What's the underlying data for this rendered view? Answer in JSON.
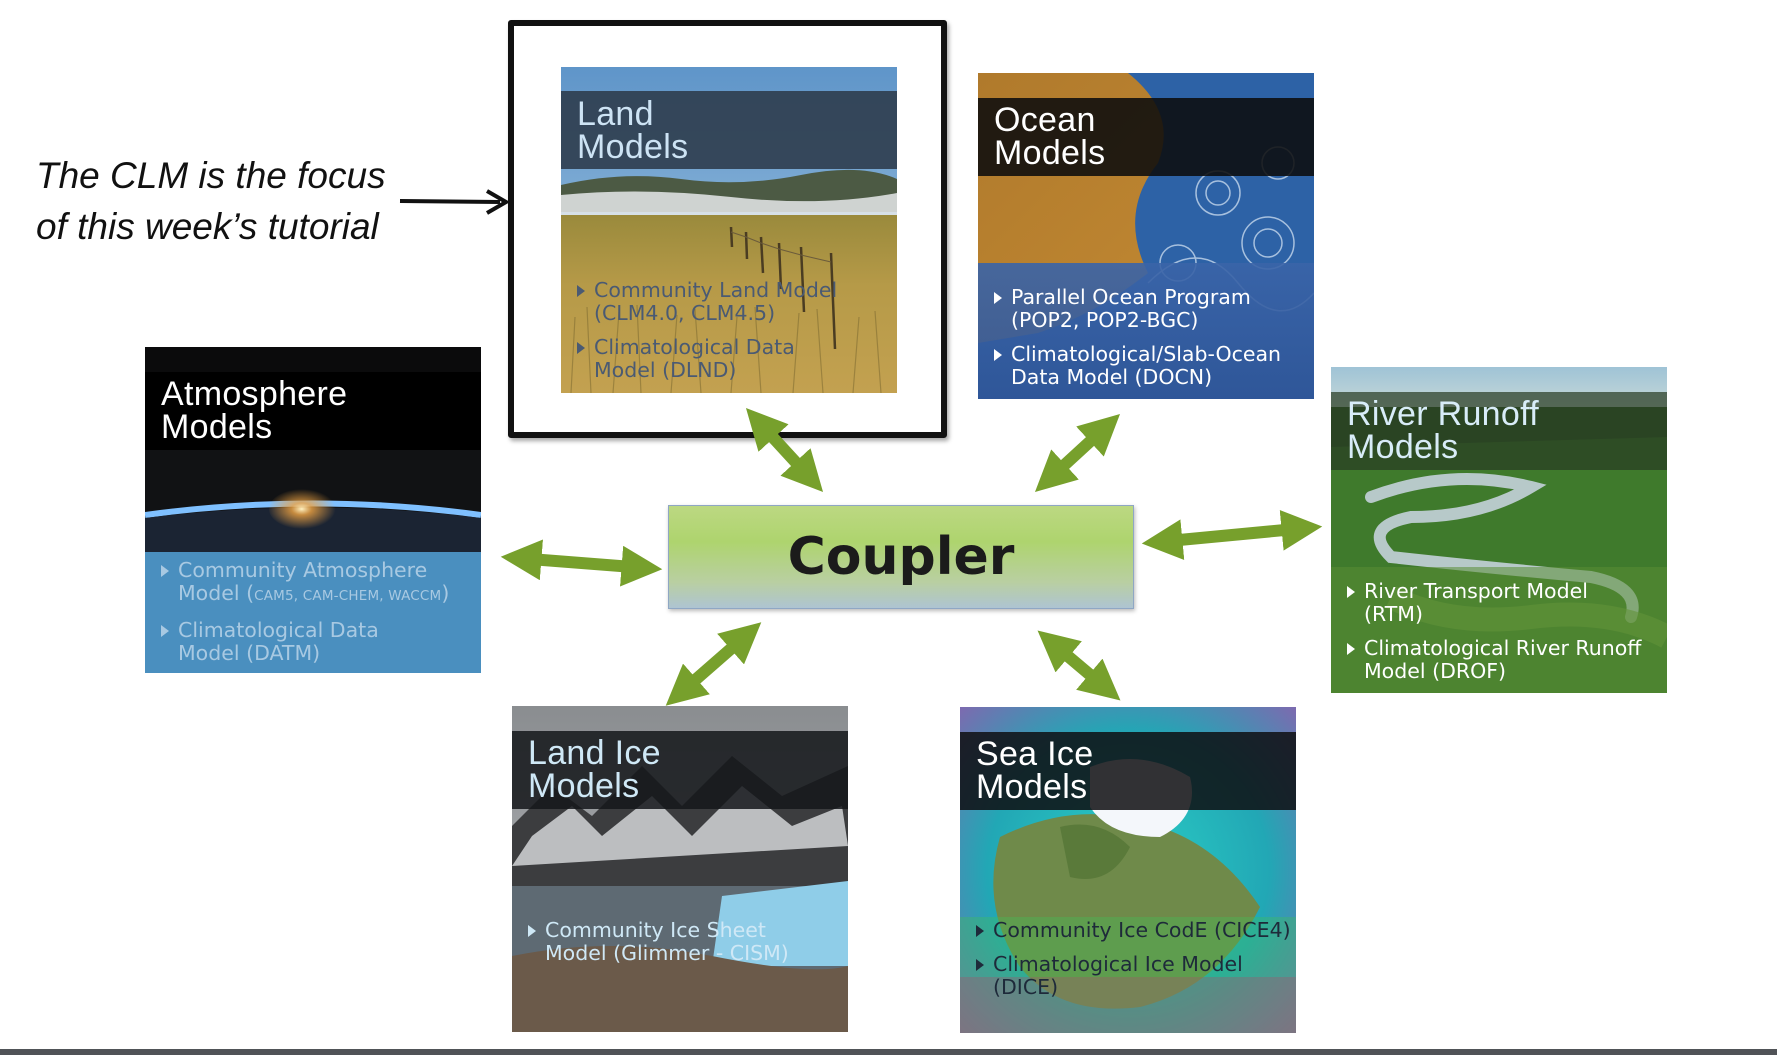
{
  "annotation": {
    "line1": "The CLM is the focus",
    "line2": "of this week’s tutorial"
  },
  "coupler": {
    "label": "Coupler"
  },
  "panels": {
    "land": {
      "title": [
        "Land",
        "Models"
      ],
      "items": [
        [
          "Community Land Model",
          "(CLM4.0, CLM4.5)"
        ],
        [
          "Climatological Data",
          "Model (DLND)"
        ]
      ]
    },
    "ocean": {
      "title": [
        "Ocean",
        "Models"
      ],
      "items": [
        [
          "Parallel Ocean Program",
          "(POP2, POP2-BGC)"
        ],
        [
          "Climatological/Slab-Ocean",
          "Data Model (DOCN)"
        ]
      ]
    },
    "atmosphere": {
      "title": [
        "Atmosphere",
        "Models"
      ],
      "items": [
        [
          "Community Atmosphere",
          "Model (",
          "CAM5, CAM-CHEM, WACCM",
          ")"
        ],
        [
          "Climatological Data",
          "Model (DATM)"
        ]
      ]
    },
    "river": {
      "title": [
        "River Runoff",
        "Models"
      ],
      "items": [
        [
          "River Transport Model",
          "(RTM)"
        ],
        [
          "Climatological River Runoff",
          "Model (DROF)"
        ]
      ]
    },
    "landice": {
      "title": [
        "Land Ice",
        "Models"
      ],
      "items": [
        [
          "Community Ice Sheet",
          "Model (Glimmer - CISM)"
        ]
      ]
    },
    "seaice": {
      "title": [
        "Sea Ice",
        "Models"
      ],
      "items": [
        [
          "Community Ice CodE (CICE4)"
        ],
        [
          "Climatological Ice Model",
          "(DICE)"
        ]
      ]
    }
  },
  "colors": {
    "arrow": "#77a02c",
    "land_text": "#d7e3ee",
    "ocean_text": "#ffffff",
    "atmosphere_text": "#a8c9e2",
    "river_text": "#ffffff",
    "landice_text": "#cfe8f6",
    "seaice_text": "#ffffff"
  }
}
